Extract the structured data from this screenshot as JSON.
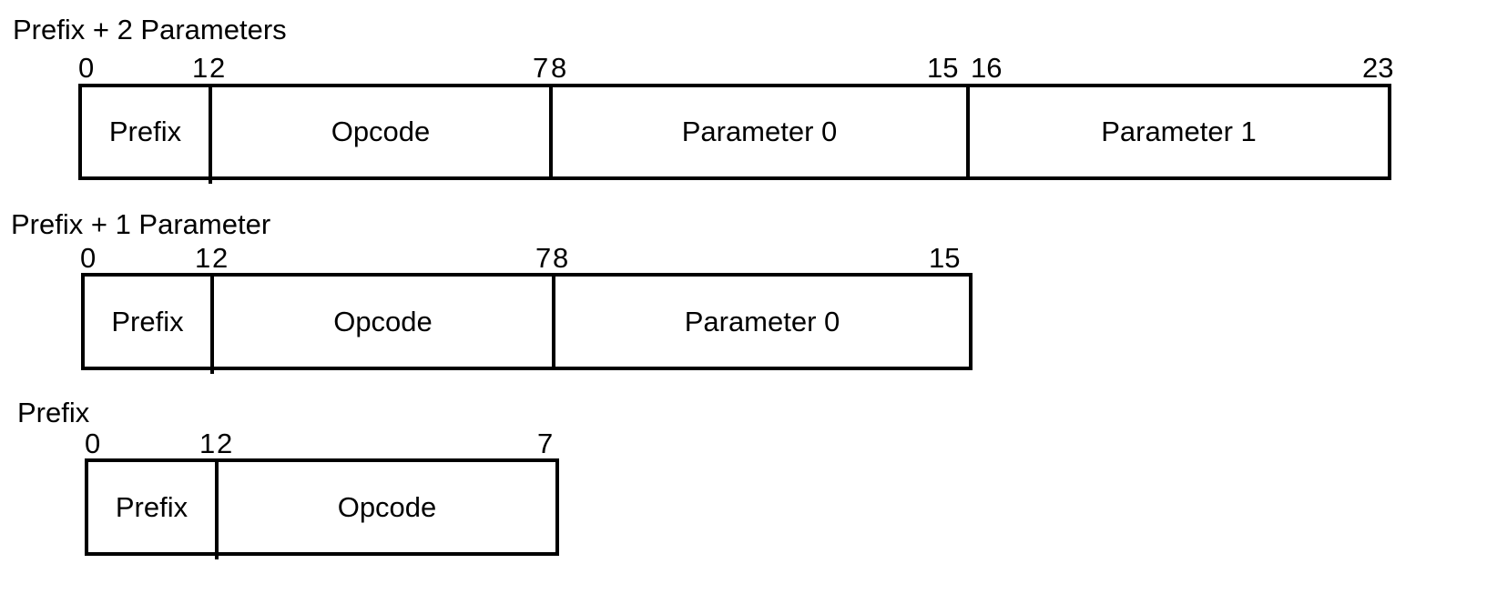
{
  "formats": [
    {
      "title": "Prefix + 2 Parameters",
      "ticks": [
        "0",
        "1",
        "2",
        "7",
        "8",
        "15",
        "16",
        "23"
      ],
      "fields": [
        "Prefix",
        "Opcode",
        "Parameter 0",
        "Parameter 1"
      ]
    },
    {
      "title": "Prefix + 1 Parameter",
      "ticks": [
        "0",
        "1",
        "2",
        "7",
        "8",
        "15"
      ],
      "fields": [
        "Prefix",
        "Opcode",
        "Parameter 0"
      ]
    },
    {
      "title": "Prefix",
      "ticks": [
        "0",
        "1",
        "2",
        "7"
      ],
      "fields": [
        "Prefix",
        "Opcode"
      ]
    }
  ]
}
